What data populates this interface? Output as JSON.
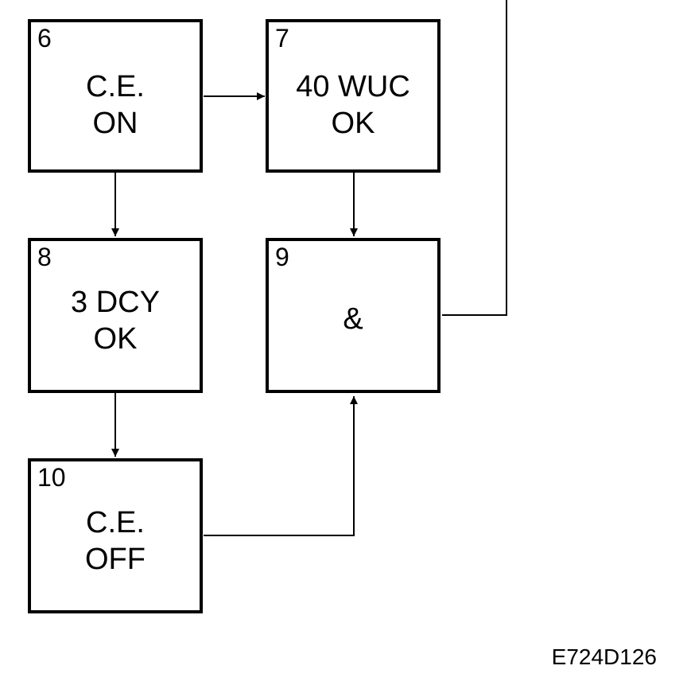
{
  "blocks": [
    {
      "number": "6",
      "lines": [
        "C.E.",
        "ON"
      ]
    },
    {
      "number": "7",
      "lines": [
        "40 WUC",
        "OK"
      ]
    },
    {
      "number": "8",
      "lines": [
        "3 DCY",
        "OK"
      ]
    },
    {
      "number": "9",
      "lines": [
        "&"
      ]
    },
    {
      "number": "10",
      "lines": [
        "C.E.",
        "OFF"
      ]
    }
  ],
  "figure_id": "E724D126",
  "colors": {
    "ink": "#000000",
    "background": "#ffffff"
  }
}
